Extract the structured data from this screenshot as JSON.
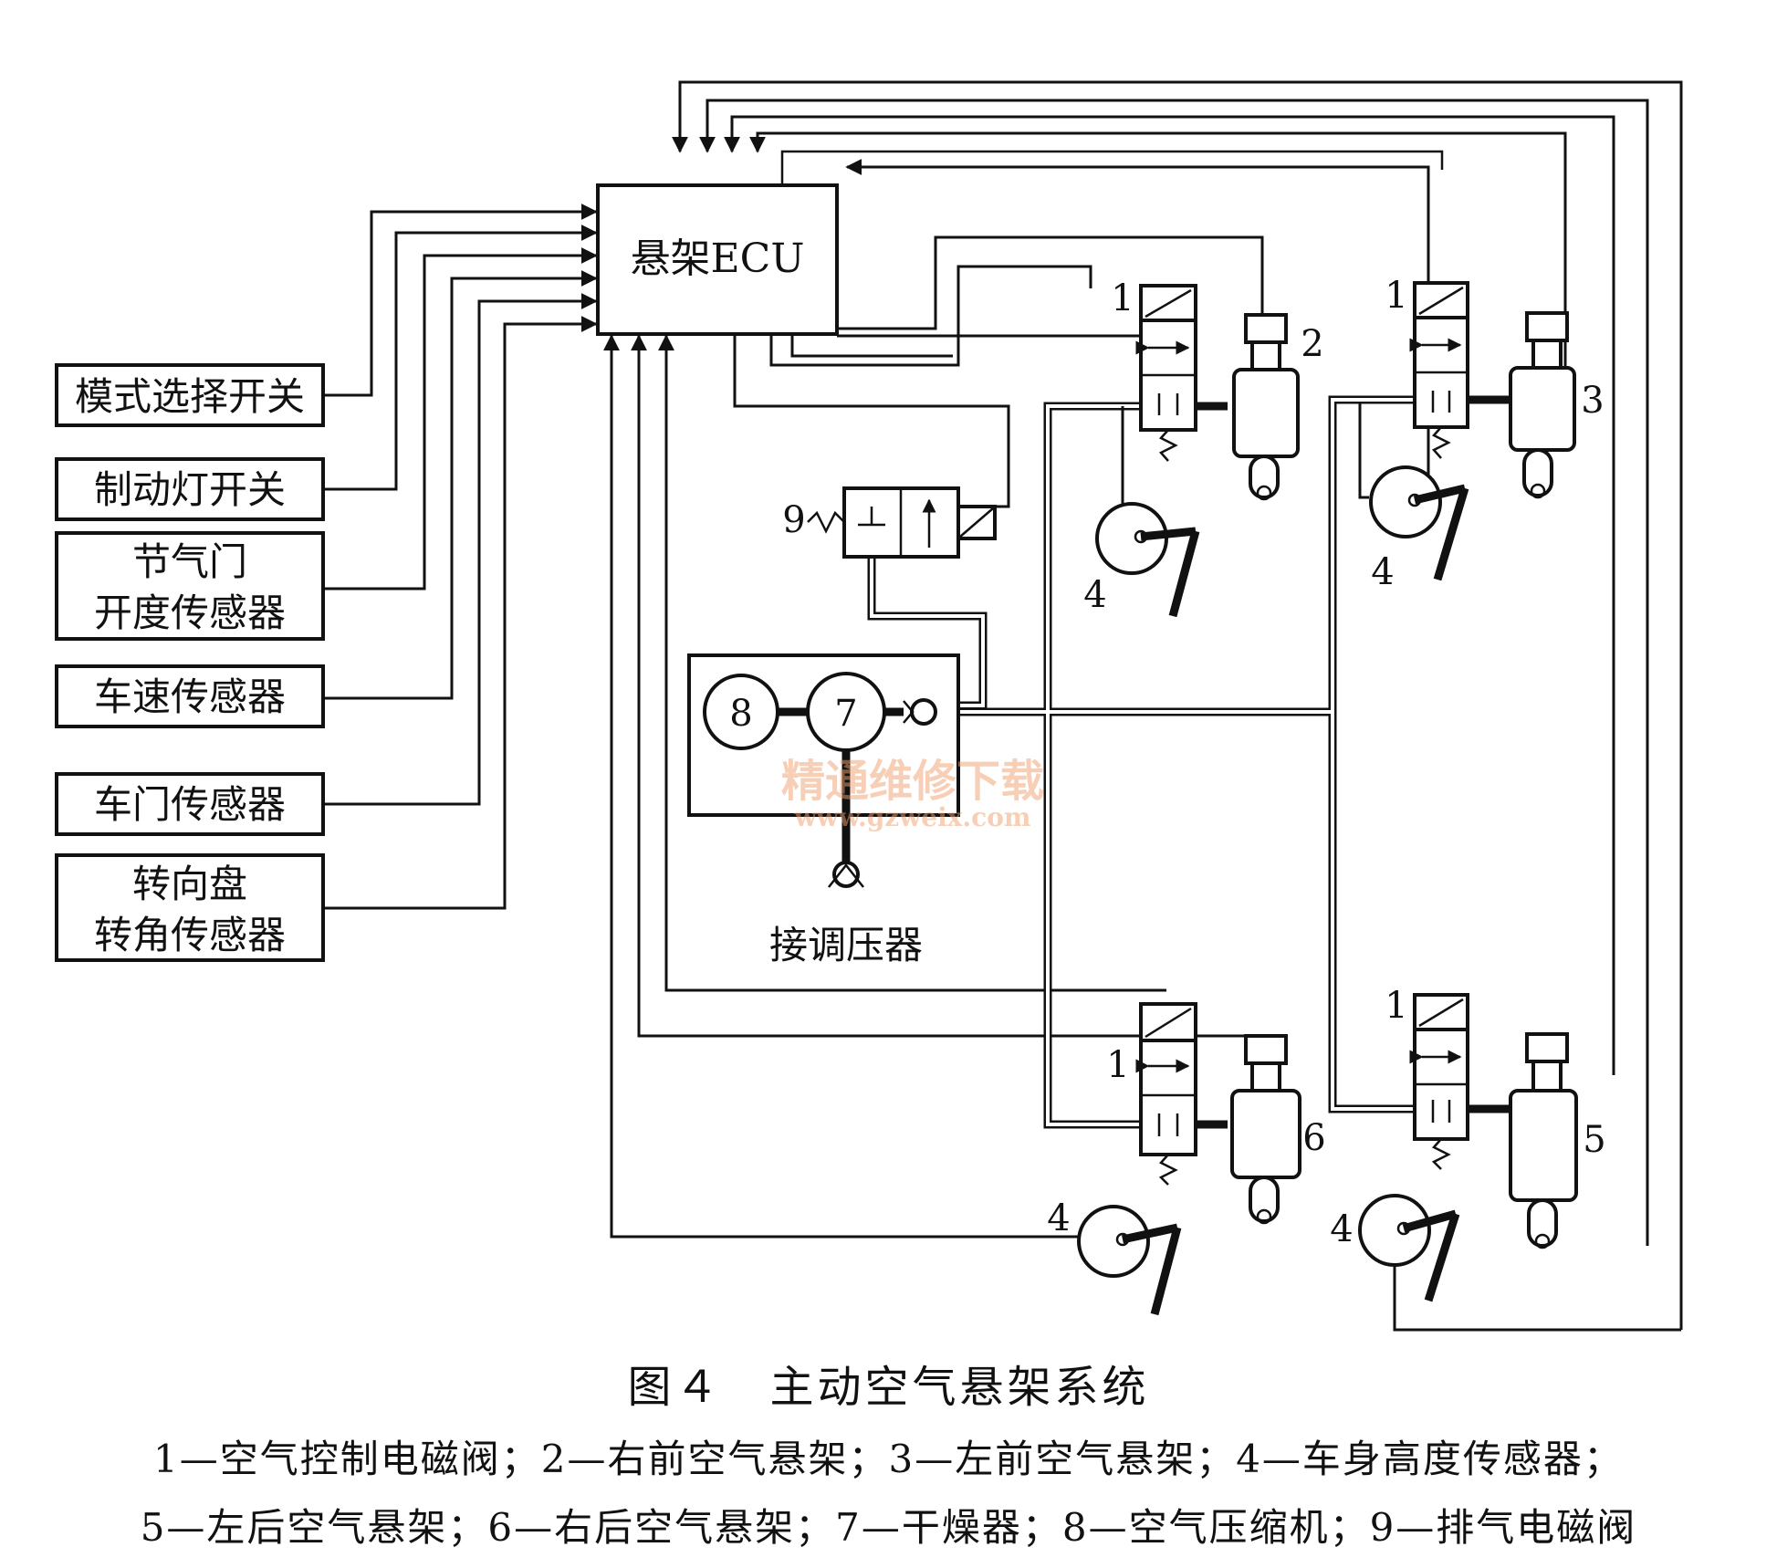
{
  "ecu": {
    "label": "悬架ECU"
  },
  "inputs": {
    "mode_switch": "模式选择开关",
    "brake_light_switch": "制动灯开关",
    "throttle_sensor_1": "节气门",
    "throttle_sensor_2": "开度传感器",
    "speed_sensor": "车速传感器",
    "door_sensor": "车门传感器",
    "steering_sensor_1": "转向盘",
    "steering_sensor_2": "转角传感器"
  },
  "component_numbers": {
    "valve_fr": "1",
    "valve_fl": "1",
    "valve_rr": "1",
    "valve_rl": "1",
    "strut_fr": "2",
    "strut_fl": "3",
    "strut_rl": "5",
    "strut_rr": "6",
    "sensor_fr": "4",
    "sensor_fl": "4",
    "sensor_rr": "4",
    "sensor_rl": "4",
    "dryer": "7",
    "compressor": "8",
    "exhaust_valve": "9"
  },
  "compressor_note": "接调压器",
  "watermark": {
    "title": "精通维修下载",
    "url": "www.gzweix.com"
  },
  "figure": {
    "title": "图４　主动空气悬架系统",
    "legend_line_1": "1—空气控制电磁阀；2—右前空气悬架；3—左前空气悬架；4—车身高度传感器；",
    "legend_line_2": "5—左后空气悬架；6—右后空气悬架；7—干燥器；8—空气压缩机；9—排气电磁阀"
  }
}
